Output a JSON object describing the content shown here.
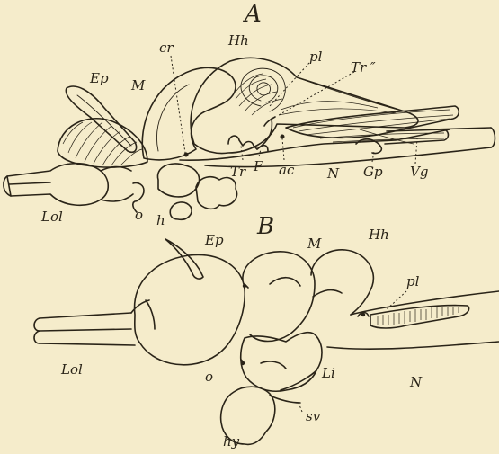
{
  "panel_a": {
    "letter": "A",
    "labels": {
      "ep": "Ep",
      "m": "M",
      "cr": "cr",
      "hh": "Hh",
      "pl": "pl",
      "tr2": "Tr ″",
      "lol": "Lol",
      "o": "o",
      "h": "h",
      "tr": "Tr",
      "f": "F",
      "ac": "ac",
      "n": "N",
      "gp": "Gp",
      "vg": "Vg"
    }
  },
  "panel_b": {
    "letter": "B",
    "labels": {
      "ep": "Ep",
      "m": "M",
      "hh": "Hh",
      "pl": "pl",
      "lol": "Lol",
      "o": "o",
      "li": "Li",
      "sv": "sv",
      "hy": "hy",
      "n": "N"
    }
  },
  "colors": {
    "paper": "#f5eccb",
    "ink": "#2a2418"
  }
}
